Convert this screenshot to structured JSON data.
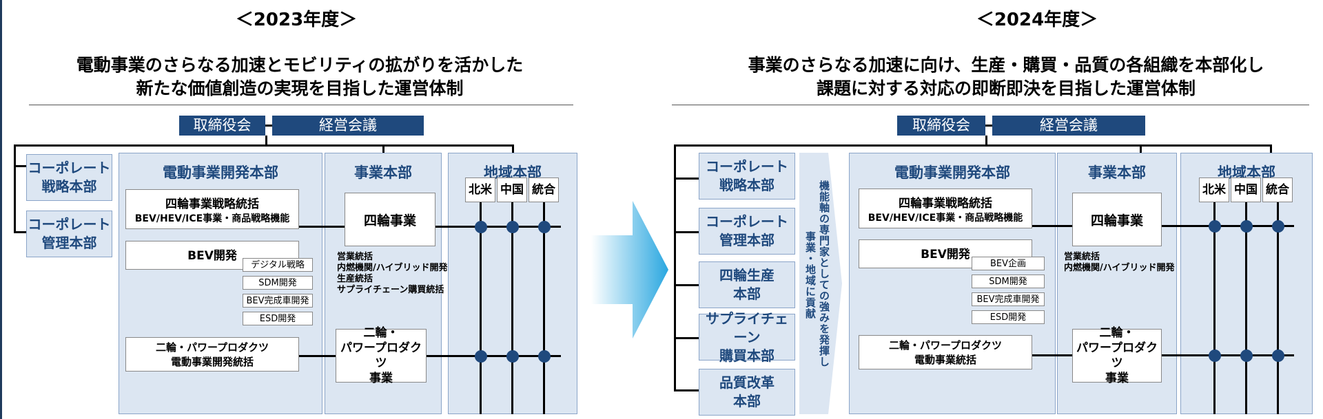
{
  "left": {
    "year": "＜2023年度＞",
    "subtitle_line1": "電動事業のさらなる加速とモビリティの拡がりを活かした",
    "subtitle_line2": "新たな価値創造の実現を目指した運営体制",
    "board": "取締役会",
    "management": "経営会議",
    "corporate_strategy": "コーポレート\n戦略本部",
    "corporate_management": "コーポレート\n管理本部",
    "ev_hq": {
      "title": "電動事業開発本部",
      "box1_line1": "四輪事業戦略統括",
      "box1_line2": "BEV/HEV/ICE事業・商品戦略機能",
      "bev_dev": "BEV開発",
      "sub_items": [
        "デジタル戦略",
        "SDM開発",
        "BEV完成車開発",
        "ESD開発"
      ],
      "box3_line1": "二輪・パワープロダクツ",
      "box3_line2": "電動事業開発統括"
    },
    "biz_hq": {
      "title": "事業本部",
      "auto": "四輪事業",
      "notes": "営業統括\n内燃機関/ハイブリッド開発\n生産統括\nサプライチェーン購買統括",
      "moto_line1": "二輪・",
      "moto_line2": "パワープロダクツ",
      "moto_line3": "事業"
    },
    "region_hq": {
      "title": "地域本部",
      "cells": [
        "北米",
        "中国",
        "統合"
      ]
    }
  },
  "right": {
    "year": "＜2024年度＞",
    "subtitle_line1": "事業のさらなる加速に向け、生産・購買・品質の各組織を本部化し",
    "subtitle_line2": "課題に対する対応の即断即決を目指した運営体制",
    "board": "取締役会",
    "management": "経営会議",
    "side_boxes": [
      "コーポレート\n戦略本部",
      "コーポレート\n管理本部",
      "四輪生産\n本部",
      "サプライチェーン\n購買本部",
      "品質改革\n本部"
    ],
    "vertical_col1": "機能軸の専門家としての強みを発揮し",
    "vertical_col2": "事業・地域に貢献",
    "ev_hq": {
      "title": "電動事業開発本部",
      "box1_line1": "四輪事業戦略統括",
      "box1_line2": "BEV/HEV/ICE事業・商品戦略機能",
      "bev_dev": "BEV開発",
      "sub_items": [
        "BEV企画",
        "SDM開発",
        "BEV完成車開発",
        "ESD開発"
      ],
      "box3_line1": "二輪・パワープロダクツ",
      "box3_line2": "電動事業統括"
    },
    "biz_hq": {
      "title": "事業本部",
      "auto": "四輪事業",
      "notes": "営業統括\n内燃機関/ハイブリッド開発",
      "moto_line1": "二輪・",
      "moto_line2": "パワープロダクツ",
      "moto_line3": "事業"
    },
    "region_hq": {
      "title": "地域本部",
      "cells": [
        "北米",
        "中国",
        "統合"
      ]
    }
  },
  "colors": {
    "navy": "#1f497d",
    "panel": "#dce6f2",
    "arrow": "#2aa7e0"
  }
}
